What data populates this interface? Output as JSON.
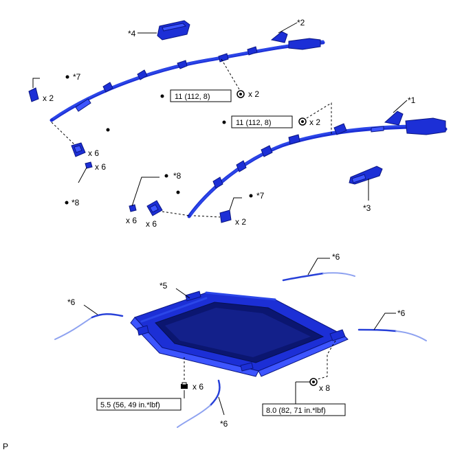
{
  "parts": {
    "p1": "*1",
    "p2": "*2",
    "p3": "*3",
    "p4": "*4",
    "p5": "*5",
    "p6a": "*6",
    "p6b": "*6",
    "p6c": "*6",
    "p6d": "*6",
    "p7a": "*7",
    "p7b": "*7",
    "p8a": "*8",
    "p8b": "*8"
  },
  "quantities": {
    "q_clip_left": "x 2",
    "q_bolt_top": "x 2",
    "q_bolt_mid": "x 2",
    "q_clip6_left": "x 6",
    "q_clip6_left2": "x 6",
    "q_clip6_mid": "x 6",
    "q_clip6_mid2": "x 6",
    "q_clip_right": "x 2",
    "q_frame_left": "x 6",
    "q_frame_right": "x 8"
  },
  "torques": {
    "t_top": "11 (112, 8)",
    "t_mid": "11 (112, 8)",
    "t_bottom_left": "5.5 (56, 49 in.*lbf)",
    "t_bottom_right": "8.0 (82, 71 in.*lbf)"
  },
  "footer": {
    "code": "P"
  },
  "colors": {
    "part": "#1c2fd6",
    "part_dark": "#0a1580",
    "hose_fade": "#8ea2f0"
  }
}
